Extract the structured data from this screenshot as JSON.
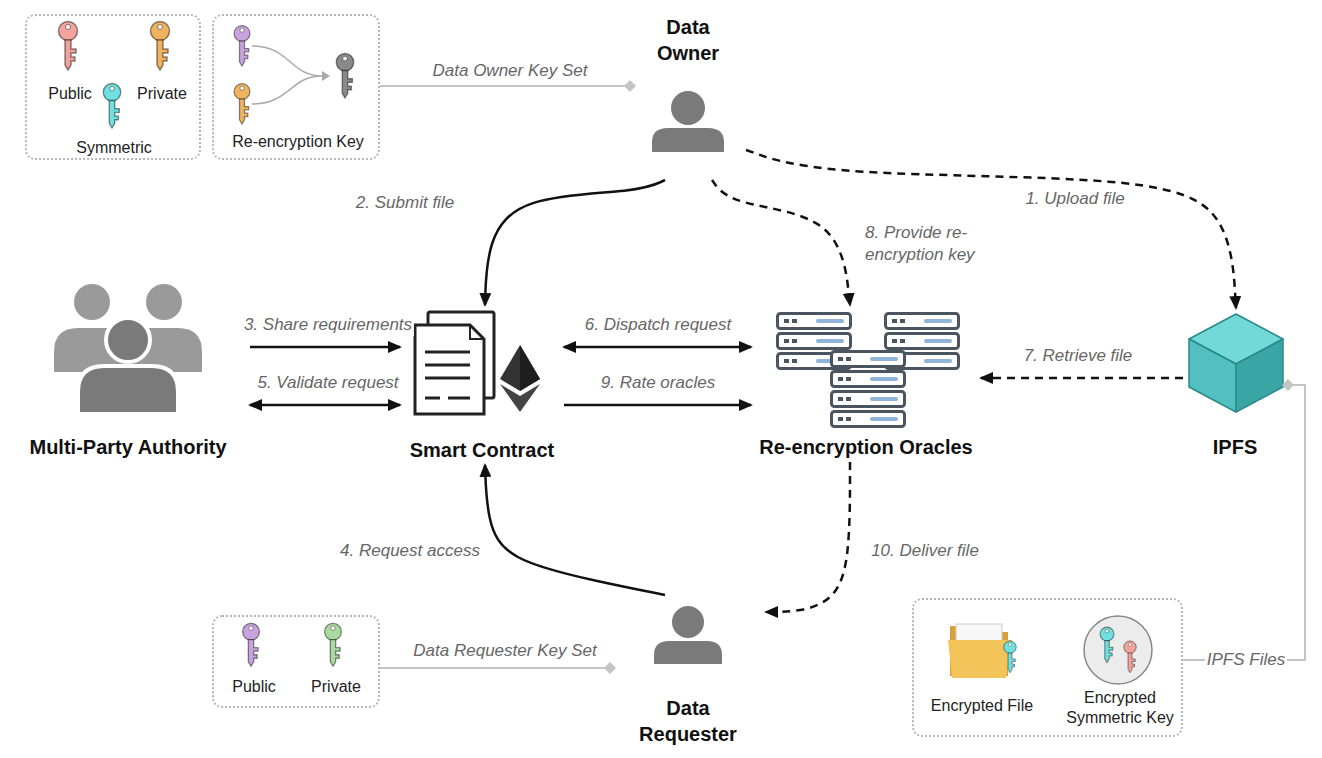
{
  "diagram": {
    "nodes": [
      {
        "text": [
          "Public",
          "Private",
          "Symmetric"
        ]
      },
      {
        "text": [
          "Re-encryption Key"
        ]
      },
      {
        "text": [
          "Data Owner"
        ]
      },
      {
        "text": [
          "Multi-Party Authority"
        ]
      },
      {
        "text": [
          "Smart Contract"
        ]
      },
      {
        "text": [
          "Re-encryption Oracles"
        ]
      },
      {
        "text": [
          "IPFS"
        ]
      },
      {
        "text": [
          "Public",
          "Private"
        ]
      },
      {
        "text": [
          "Data Requester"
        ]
      },
      {
        "text": [
          "Encrypted File",
          "Encrypted Symmetric Key"
        ]
      }
    ],
    "edges": [
      {
        "from": 1,
        "to": 2,
        "label": "Data Owner Key Set",
        "arrow": "none"
      },
      {
        "from": 2,
        "to": 4,
        "label": "2. Submit file",
        "arrow": "to"
      },
      {
        "from": 2,
        "to": 6,
        "label": "1. Upload file",
        "arrow": "to"
      },
      {
        "from": 2,
        "to": 5,
        "label": "8. Provide re-encryption key",
        "arrow": "to"
      },
      {
        "from": 3,
        "to": 4,
        "label": "3. Share requirements",
        "arrow": "to"
      },
      {
        "from": 3,
        "to": 4,
        "label": "5. Validate request",
        "arrow": "both"
      },
      {
        "from": 4,
        "to": 5,
        "label": "6. Dispatch request",
        "arrow": "both"
      },
      {
        "from": 4,
        "to": 5,
        "label": "9. Rate oracles",
        "arrow": "to"
      },
      {
        "from": 6,
        "to": 5,
        "label": "7. Retrieve file",
        "arrow": "to"
      },
      {
        "from": 8,
        "to": 4,
        "label": "4. Request access",
        "arrow": "to"
      },
      {
        "from": 5,
        "to": 8,
        "label": "10. Deliver file",
        "arrow": "to"
      },
      {
        "from": 7,
        "to": 8,
        "label": "Data Requester Key Set",
        "arrow": "none"
      },
      {
        "from": 9,
        "to": 6,
        "label": "IPFS Files",
        "arrow": "none"
      }
    ]
  }
}
